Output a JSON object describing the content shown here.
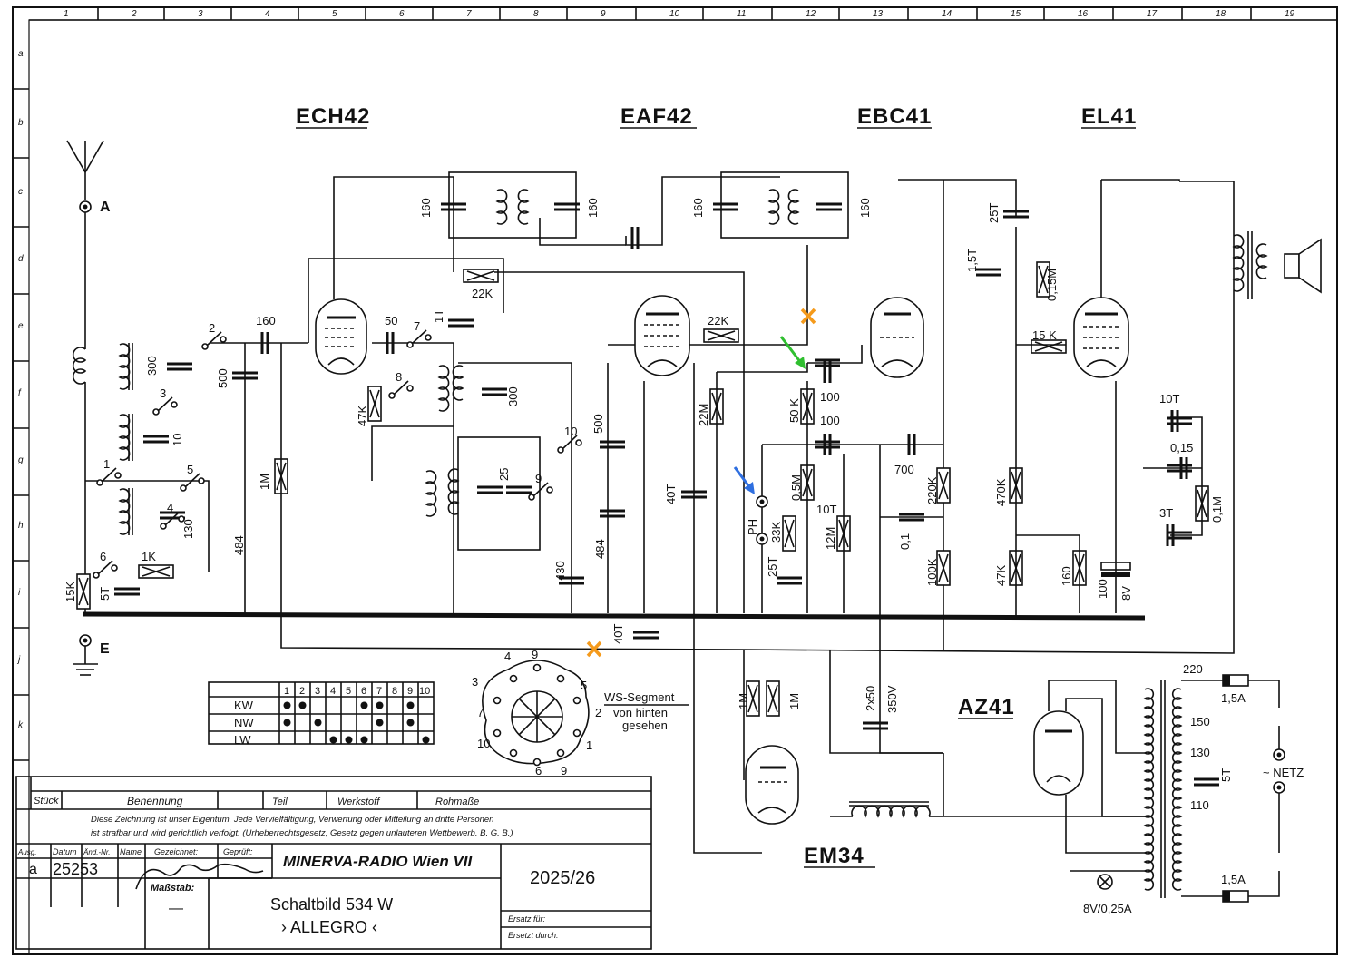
{
  "grid": {
    "columns": [
      "1",
      "2",
      "3",
      "4",
      "5",
      "6",
      "7",
      "8",
      "9",
      "10",
      "11",
      "12",
      "13",
      "14",
      "15",
      "16",
      "17",
      "18",
      "19"
    ],
    "rows": [
      "a",
      "b",
      "c",
      "d",
      "e",
      "f",
      "g",
      "h",
      "i",
      "j",
      "k"
    ]
  },
  "tubes": {
    "ech42": "ECH42",
    "eaf42": "EAF42",
    "ebc41": "EBC41",
    "el41": "EL41",
    "az41": "AZ41",
    "em34": "EM34"
  },
  "terminals": {
    "antenna": "A",
    "earth": "E",
    "pickup": "PH"
  },
  "components": {
    "c160a": "160",
    "c300a": "300",
    "c500a": "500",
    "c10a": "10",
    "c130": "130",
    "c5t": "5T",
    "r15k": "15K",
    "r1k": "1K",
    "c484a": "484",
    "r1m_a": "1M",
    "c50": "50",
    "c1t": "1T",
    "r47k_a": "47K",
    "c300b": "300",
    "c25": "25",
    "r22k_a": "22K",
    "c160b": "160",
    "c160c": "160",
    "c430": "430",
    "c500b": "500",
    "c484b": "484",
    "c40t_a": "40T",
    "r22k_b": "22K",
    "r22m": "22M",
    "c40t_b": "40T",
    "c160d": "160",
    "c160e": "160",
    "r50k": "50 K",
    "c100a": "100",
    "c100b": "100",
    "r05m": "0,5M",
    "c10t_a": "10T",
    "r33k": "33K",
    "c25t_a": "25T",
    "r12m": "12M",
    "c700": "700",
    "r220k": "220K",
    "c01": "0,1",
    "r100k": "100K",
    "c25t_b": "25T",
    "c15t": "1,5T",
    "r015m": "0,15M",
    "r15k_b": "15 K",
    "r470k": "470K",
    "r47k_b": "47K",
    "r160": "160",
    "c100_8v": "100",
    "v8": "8V",
    "c10t_b": "10T",
    "c015": "0,15",
    "c3t": "3T",
    "r01m": "0,1M",
    "r1m_b": "1M",
    "r1m_c": "1M",
    "c2x50": "2x50",
    "v350": "350V",
    "c5t_b": "5T",
    "tap220": "220",
    "tap150": "150",
    "tap130": "130",
    "tap110": "110",
    "fuse1": "1,5A",
    "fuse2": "1,5A",
    "mains": "~ NETZ",
    "lamp": "8V/0,25A"
  },
  "switch_numbers": [
    "1",
    "2",
    "3",
    "4",
    "5",
    "6",
    "7",
    "8",
    "9",
    "10"
  ],
  "band_table": {
    "columns": [
      "1",
      "2",
      "3",
      "4",
      "5",
      "6",
      "7",
      "8",
      "9",
      "10"
    ],
    "rows": [
      {
        "label": "KW",
        "on": [
          1,
          2,
          6,
          7,
          9
        ]
      },
      {
        "label": "NW",
        "on": [
          1,
          3,
          7,
          9
        ]
      },
      {
        "label": "LW",
        "on": [
          4,
          5,
          6,
          10
        ]
      }
    ]
  },
  "ws_segment": {
    "title": "WS-Segment",
    "line2": "von hinten",
    "line3": "gesehen"
  },
  "markers": [
    {
      "type": "cross",
      "color": "#f59a1b"
    },
    {
      "type": "cross",
      "color": "#f59a1b"
    },
    {
      "type": "arrow",
      "color": "#2fbf2f"
    },
    {
      "type": "arrow",
      "color": "#2f6fe0"
    }
  ],
  "title_block": {
    "h_stueck": "Stück",
    "h_benennung": "Benennung",
    "h_teil": "Teil",
    "h_werkstoff": "Werkstoff",
    "h_rohmasse": "Rohmaße",
    "legal1": "Diese Zeichnung ist unser Eigentum. Jede Vervielfältigung, Verwertung oder Mitteilung an dritte Personen",
    "legal2": "ist strafbar und wird gerichtlich verfolgt. (Urheberrechtsgesetz, Gesetz gegen unlauteren Wettbewerb. B. G. B.)",
    "h_ausg": "Ausg.",
    "h_datum": "Datum",
    "h_aend": "Änd.-Nr.",
    "h_name": "Name",
    "h_gez": "Gezeichnet:",
    "h_gepr": "Geprüft:",
    "ausg": "a",
    "datum": "25253",
    "company": "MINERVA-RADIO Wien VII",
    "drawing_no": "2025/26",
    "massstab_label": "Maßstab:",
    "massstab": "—",
    "title1": "Schaltbild  534 W",
    "title2": "› ALLEGRO ‹",
    "ersatz_fuer": "Ersatz für:",
    "ersetzt_durch": "Ersetzt durch:"
  }
}
